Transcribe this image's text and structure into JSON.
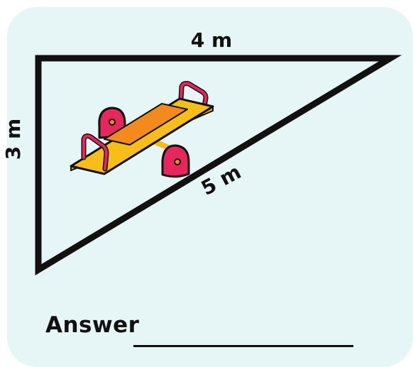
{
  "labels": {
    "top_side": "4 m",
    "left_side": "3 m",
    "hypotenuse": "5 m"
  },
  "answer": {
    "label": "Answer",
    "value": ""
  },
  "image": {
    "icon": "seesaw-icon"
  },
  "colors": {
    "background": "#e6f6f7",
    "outline": "#111111",
    "seesaw_plank": "#f7be1a",
    "seesaw_center": "#f38a1e",
    "seesaw_handles": "#e5275d"
  }
}
